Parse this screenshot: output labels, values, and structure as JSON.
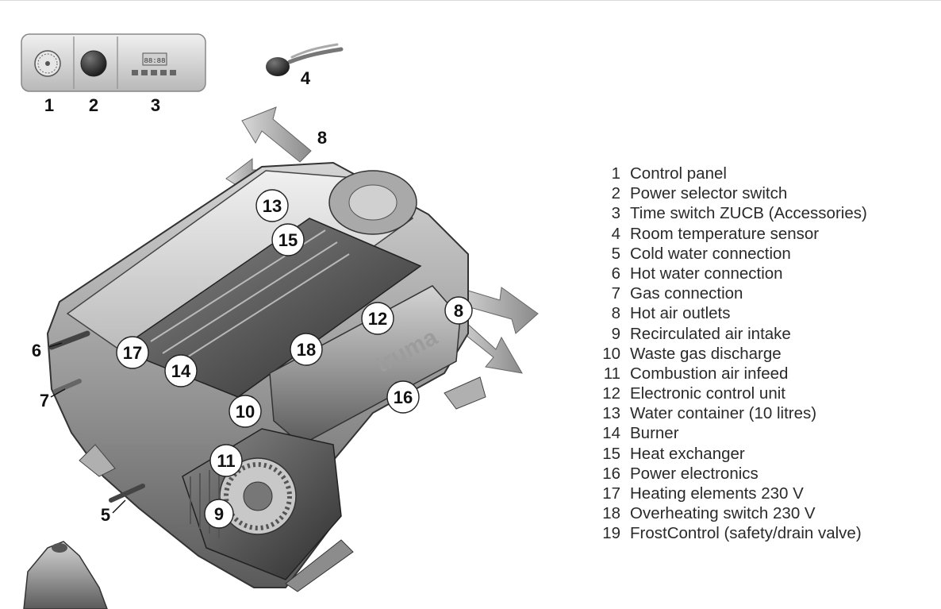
{
  "legend": {
    "items": [
      {
        "number": "1",
        "label": "Control panel"
      },
      {
        "number": "2",
        "label": "Power selector switch"
      },
      {
        "number": "3",
        "label": "Time switch ZUCB (Accessories)"
      },
      {
        "number": "4",
        "label": "Room temperature sensor"
      },
      {
        "number": "5",
        "label": "Cold water connection"
      },
      {
        "number": "6",
        "label": "Hot water connection"
      },
      {
        "number": "7",
        "label": "Gas connection"
      },
      {
        "number": "8",
        "label": "Hot air outlets"
      },
      {
        "number": "9",
        "label": "Recirculated air intake"
      },
      {
        "number": "10",
        "label": "Waste gas discharge"
      },
      {
        "number": "11",
        "label": "Combustion air infeed"
      },
      {
        "number": "12",
        "label": "Electronic control unit"
      },
      {
        "number": "13",
        "label": "Water container (10 litres)"
      },
      {
        "number": "14",
        "label": "Burner"
      },
      {
        "number": "15",
        "label": "Heat exchanger"
      },
      {
        "number": "16",
        "label": "Power electronics"
      },
      {
        "number": "17",
        "label": "Heating elements 230 V"
      },
      {
        "number": "18",
        "label": "Overheating switch 230 V"
      },
      {
        "number": "19",
        "label": "FrostControl (safety/drain valve)"
      }
    ]
  },
  "callouts": {
    "c1": "1",
    "c2": "2",
    "c3": "3",
    "c4": "4",
    "c5": "5",
    "c6": "6",
    "c7": "7",
    "c8a": "8",
    "c8b": "8",
    "c9": "9",
    "c10": "10",
    "c11": "11",
    "c12": "12",
    "c13": "13",
    "c14": "14",
    "c15": "15",
    "c16": "16",
    "c17": "17",
    "c18": "18"
  },
  "device_labels": {
    "brand_mark": "truma",
    "timer_display": "88:88"
  }
}
